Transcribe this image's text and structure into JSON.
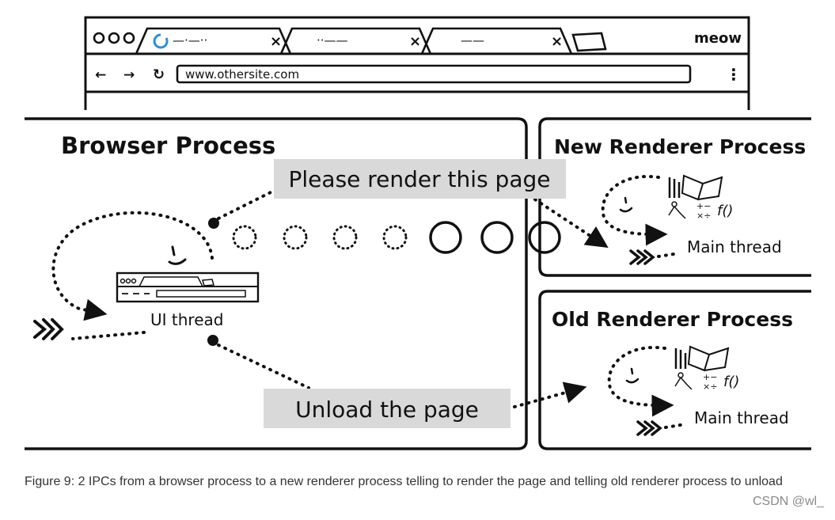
{
  "browser_chrome": {
    "window_label": "meow",
    "url": "www.othersite.com",
    "tabs": [
      {
        "title": "—·—··",
        "close": "×"
      },
      {
        "title": "··——",
        "close": "×"
      },
      {
        "title": "——",
        "close": "×"
      }
    ],
    "nav": {
      "back": "←",
      "forward": "→",
      "reload": "↻",
      "menu": "⋮"
    }
  },
  "browser_process": {
    "title": "Browser Process",
    "thread_label": "UI thread"
  },
  "new_renderer": {
    "title": "New Renderer Process",
    "thread_label": "Main thread"
  },
  "old_renderer": {
    "title": "Old Renderer Process",
    "thread_label": "Main thread"
  },
  "messages": {
    "render": "Please render this page",
    "unload": "Unload the page"
  },
  "caption": "Figure 9: 2 IPCs from a browser process to a new renderer process telling to render the page and telling old renderer process to unload",
  "watermark": "CSDN @wl_"
}
